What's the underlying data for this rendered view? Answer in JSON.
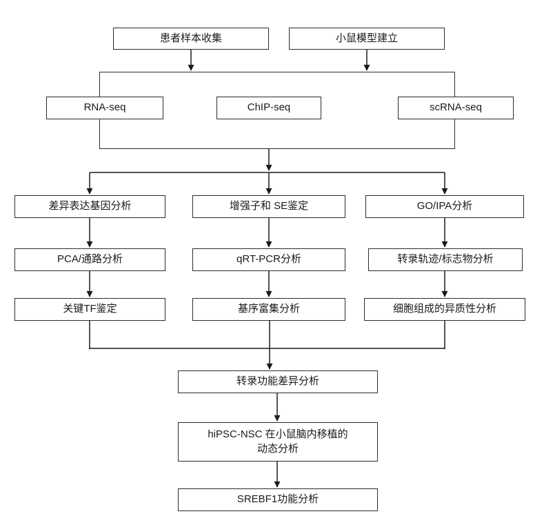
{
  "flowchart": {
    "sources": {
      "patient_samples": "患者样本收集",
      "mouse_model": "小鼠模型建立"
    },
    "sequencing": {
      "rna_seq": "RNA-seq",
      "chip_seq": "ChIP-seq",
      "scrna_seq": "scRNA-seq"
    },
    "left_column": {
      "step1": "差异表达基因分析",
      "step2": "PCA/通路分析",
      "step3": "关键TF鉴定"
    },
    "center_column": {
      "step1": "增强子和 SE鉴定",
      "step2": "qRT-PCR分析",
      "step3": "基序富集分析"
    },
    "right_column": {
      "step1": "GO/IPA分析",
      "step2": "转录轨迹/标志物分析",
      "step3": "细胞组成的异质性分析"
    },
    "final_steps": {
      "step1": "转录功能差异分析",
      "step2_line1": "hiPSC-NSC 在小鼠脑内移植的",
      "step2_line2": "动态分析",
      "step3": "SREBF1功能分析"
    },
    "colors": {
      "line": "#1a1a1a",
      "border": "#2b2b2b",
      "box_fill": "#ffffff",
      "text": "#1a1a1a"
    }
  }
}
